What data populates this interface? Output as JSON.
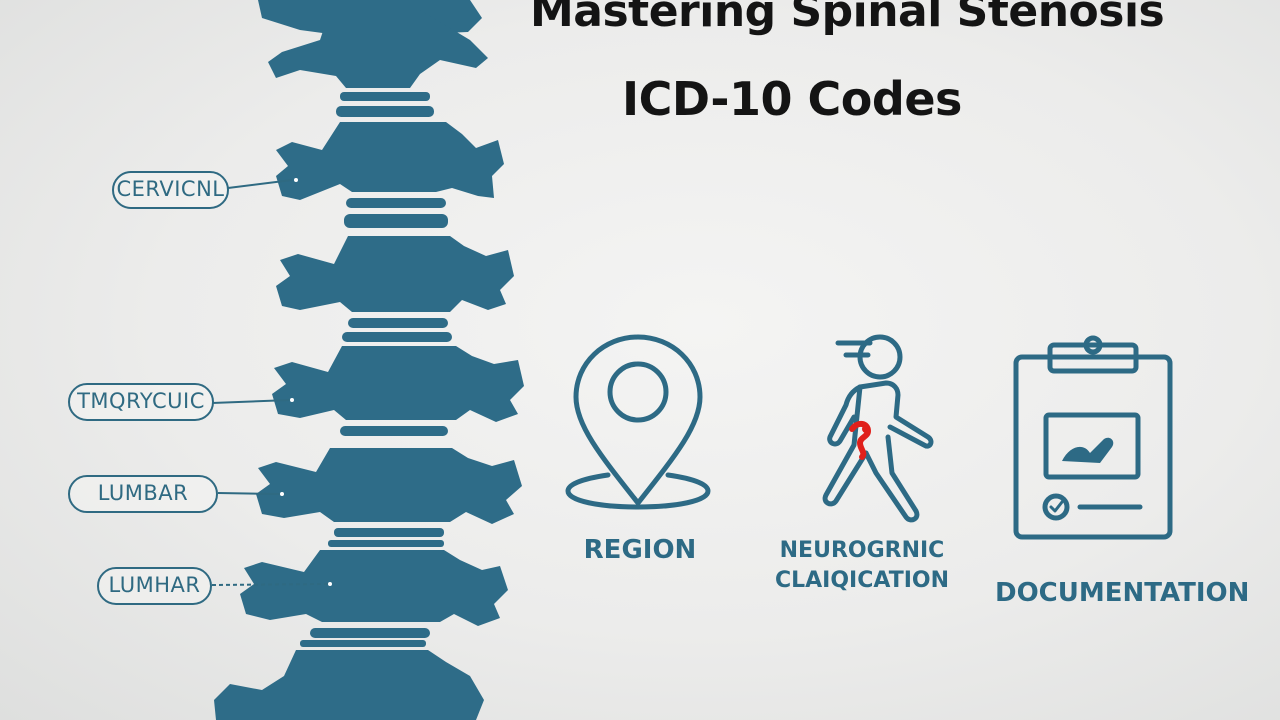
{
  "title": {
    "line1": "Mastering Spinal Stenosis",
    "line2": "ICD-10 Codes"
  },
  "spine_labels": [
    {
      "text": "CERVICNL"
    },
    {
      "text": "TMQRYCUIC"
    },
    {
      "text": "LUMBAR"
    },
    {
      "text": "LUMHAR"
    }
  ],
  "icons": [
    {
      "icon": "map-pin-icon",
      "caption_lines": [
        "REGION"
      ]
    },
    {
      "icon": "walking-person-icon",
      "caption_lines": [
        "NEUROGRNIC",
        "CLAIQICATION"
      ]
    },
    {
      "icon": "clipboard-icon",
      "caption_lines": [
        "DOCUMENTATION"
      ]
    }
  ],
  "colors": {
    "spine": "#2e6c88",
    "accent": "#2d6a85",
    "highlight": "#e0201b",
    "title": "#141414",
    "background": "#ececeb"
  }
}
